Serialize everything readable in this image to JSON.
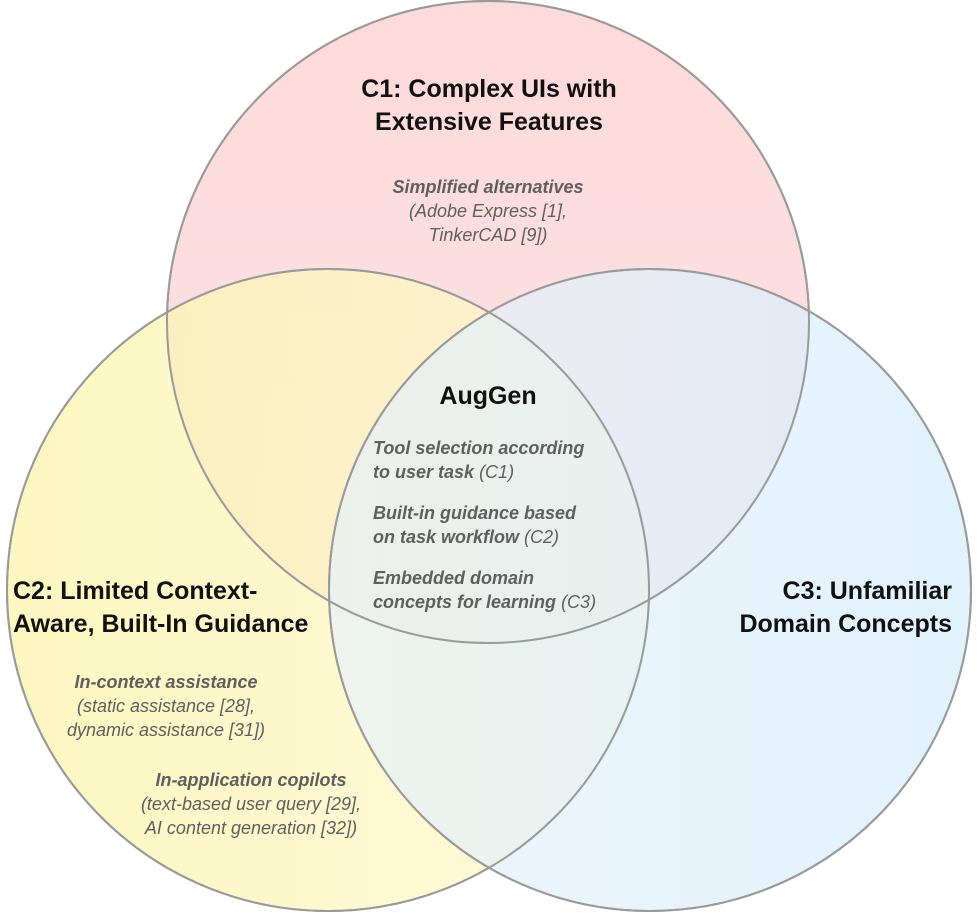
{
  "c1": {
    "title_line1": "C1: Complex UIs with",
    "title_line2": "Extensive Features",
    "example_title": "Simplified alternatives",
    "example_line1": "(Adobe Express [1],",
    "example_line2": "TinkerCAD [9])"
  },
  "c2": {
    "title_line1": "C2: Limited Context-",
    "title_line2": "Aware, Built-In Guidance",
    "example1_title": "In-context assistance",
    "example1_line1": "(static assistance [28],",
    "example1_line2": "dynamic assistance [31])",
    "example2_title": "In-application copilots",
    "example2_line1": "(text-based user query [29],",
    "example2_line2": "AI content generation [32])"
  },
  "c3": {
    "title_line1": "C3: Unfamiliar",
    "title_line2": "Domain Concepts"
  },
  "center": {
    "title": "AugGen",
    "item1_line1": "Tool selection according",
    "item1_line2": "to user task",
    "item1_ref": "(C1)",
    "item2_line1": "Built-in guidance based",
    "item2_line2": "on task workflow",
    "item2_ref": "(C2)",
    "item3_line1": "Embedded domain",
    "item3_line2": "concepts for learning",
    "item3_ref": "(C3)"
  },
  "colors": {
    "c1_fill": "#fdd7d9",
    "c2_fill": "#fbf6b5",
    "c3_fill": "#dceefa",
    "outline": "#9a9a9a"
  }
}
